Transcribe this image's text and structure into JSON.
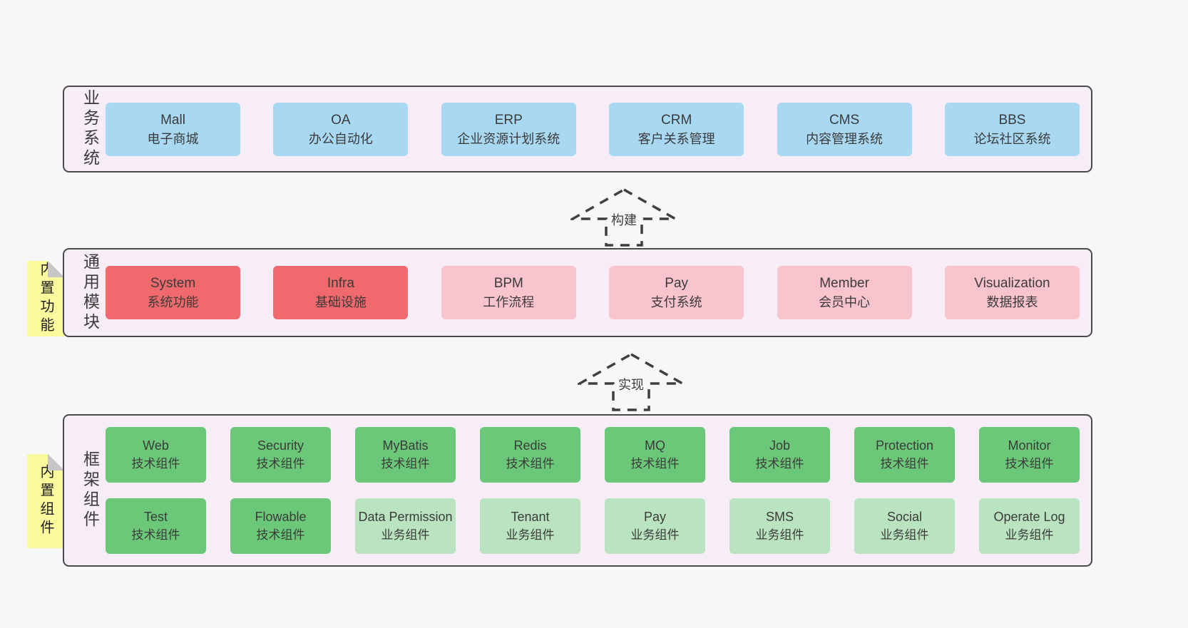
{
  "page": {
    "background": "#f7f7f7"
  },
  "colors": {
    "layer_bg": "#f7edf6",
    "layer_border": "#4a4a4a",
    "blue_box": "#a8d8f2",
    "red_box": "#f0696c",
    "pink_box": "#f9c4cd",
    "green_box": "#6bc878",
    "light_green_box": "#b9e4bf",
    "note_yellow": "#fbfa9d",
    "note_fold_gray": "#c7c7c7",
    "text": "#3b3b3b"
  },
  "arrows": [
    {
      "label": "构建"
    },
    {
      "label": "实现"
    }
  ],
  "layers": [
    {
      "label": "业务系统",
      "boxes": [
        {
          "name": "Mall",
          "desc": "电子商城"
        },
        {
          "name": "OA",
          "desc": "办公自动化"
        },
        {
          "name": "ERP",
          "desc": "企业资源计划系统"
        },
        {
          "name": "CRM",
          "desc": "客户关系管理"
        },
        {
          "name": "CMS",
          "desc": "内容管理系统"
        },
        {
          "name": "BBS",
          "desc": "论坛社区系统"
        }
      ]
    },
    {
      "label": "通用模块",
      "note": "内置功能",
      "boxes": [
        {
          "name": "System",
          "desc": "系统功能"
        },
        {
          "name": "Infra",
          "desc": "基础设施"
        },
        {
          "name": "BPM",
          "desc": "工作流程"
        },
        {
          "name": "Pay",
          "desc": "支付系统"
        },
        {
          "name": "Member",
          "desc": "会员中心"
        },
        {
          "name": "Visualization",
          "desc": "数据报表"
        }
      ]
    },
    {
      "label": "框架组件",
      "note": "内置组件",
      "rows": [
        [
          {
            "name": "Web",
            "desc": "技术组件"
          },
          {
            "name": "Security",
            "desc": "技术组件"
          },
          {
            "name": "MyBatis",
            "desc": "技术组件"
          },
          {
            "name": "Redis",
            "desc": "技术组件"
          },
          {
            "name": "MQ",
            "desc": "技术组件"
          },
          {
            "name": "Job",
            "desc": "技术组件"
          },
          {
            "name": "Protection",
            "desc": "技术组件"
          },
          {
            "name": "Monitor",
            "desc": "技术组件"
          }
        ],
        [
          {
            "name": "Test",
            "desc": "技术组件"
          },
          {
            "name": "Flowable",
            "desc": "技术组件"
          },
          {
            "name": "Data Permission",
            "desc": "业务组件"
          },
          {
            "name": "Tenant",
            "desc": "业务组件"
          },
          {
            "name": "Pay",
            "desc": "业务组件"
          },
          {
            "name": "SMS",
            "desc": "业务组件"
          },
          {
            "name": "Social",
            "desc": "业务组件"
          },
          {
            "name": "Operate Log",
            "desc": "业务组件"
          }
        ]
      ]
    }
  ]
}
